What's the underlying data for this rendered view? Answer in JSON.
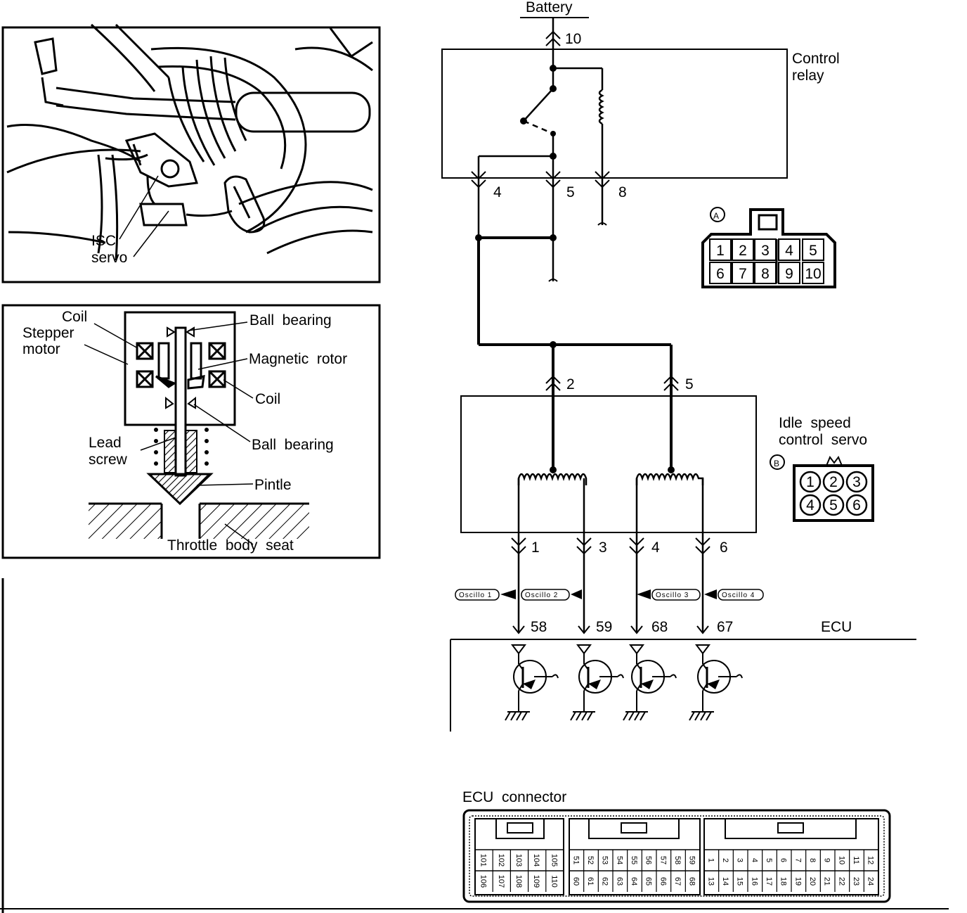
{
  "photo": {
    "isc_label_1": "ISC",
    "isc_label_2": "servo"
  },
  "cutaway": {
    "coil_top": "Coil",
    "stepper_1": "Stepper",
    "stepper_2": "motor",
    "ball_bearing_top": "Ball  bearing",
    "magnetic_rotor": "Magnetic  rotor",
    "coil_right": "Coil",
    "lead_1": "Lead",
    "lead_2": "screw",
    "ball_bearing_bottom": "Ball  bearing",
    "pintle": "Pintle",
    "throttle_seat": "Throttle  body  seat"
  },
  "relay": {
    "battery": "Battery",
    "battery_pin": "10",
    "name_1": "Control",
    "name_2": "relay",
    "pin_4": "4",
    "pin_5": "5",
    "pin_8": "8"
  },
  "connector_a": {
    "tag": "A",
    "top_row": [
      "1",
      "2",
      "3",
      "4",
      "5"
    ],
    "bottom_row": [
      "6",
      "7",
      "8",
      "9",
      "10"
    ]
  },
  "servo": {
    "name_1": "Idle  speed",
    "name_2": "control  servo",
    "pin_2": "2",
    "pin_5": "5",
    "pin_1": "1",
    "pin_3": "3",
    "pin_4": "4",
    "pin_6": "6"
  },
  "connector_b": {
    "tag": "B",
    "top_row": [
      "1",
      "2",
      "3"
    ],
    "bottom_row": [
      "4",
      "5",
      "6"
    ]
  },
  "oscillo": {
    "o1": "Oscillo 1",
    "o2": "Oscillo 2",
    "o3": "Oscillo 3",
    "o4": "Oscillo 4"
  },
  "ecu": {
    "label": "ECU",
    "pin_58": "58",
    "pin_59": "59",
    "pin_68": "68",
    "pin_67": "67"
  },
  "ecu_connector": {
    "title": "ECU  connector",
    "block1_top": [
      "101",
      "102",
      "103",
      "104",
      "105"
    ],
    "block1_bottom": [
      "106",
      "107",
      "108",
      "109",
      "110"
    ],
    "block2_top": [
      "51",
      "52",
      "53",
      "54",
      "55",
      "56",
      "57",
      "58",
      "59"
    ],
    "block2_bottom": [
      "60",
      "61",
      "62",
      "63",
      "64",
      "65",
      "66",
      "67",
      "68"
    ],
    "block3_top": [
      "1",
      "2",
      "3",
      "4",
      "5",
      "6",
      "7",
      "8",
      "9",
      "10",
      "11",
      "12"
    ],
    "block3_bottom": [
      "13",
      "14",
      "15",
      "16",
      "17",
      "18",
      "19",
      "20",
      "21",
      "22",
      "23",
      "24"
    ]
  }
}
